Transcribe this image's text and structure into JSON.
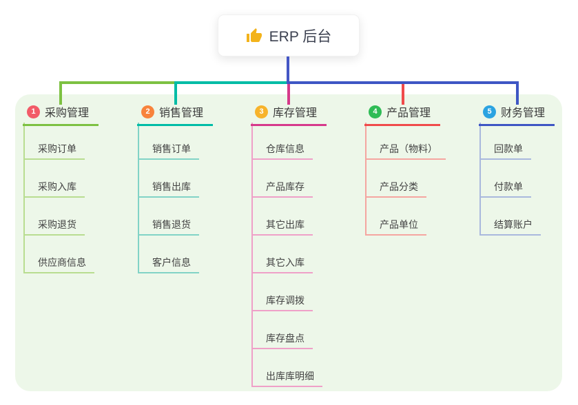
{
  "root": {
    "label": "ERP 后台",
    "icon": "thumbs-up-icon"
  },
  "branches": [
    {
      "number": "1",
      "label": "采购管理",
      "badge_color": "#f25b68",
      "line_color": "#7dc142",
      "child_line_color": "#b8dd90",
      "children": [
        "采购订单",
        "采购入库",
        "采购退货",
        "供应商信息"
      ]
    },
    {
      "number": "2",
      "label": "销售管理",
      "badge_color": "#f8833c",
      "line_color": "#00bca6",
      "child_line_color": "#81d3c6",
      "children": [
        "销售订单",
        "销售出库",
        "销售退货",
        "客户信息"
      ]
    },
    {
      "number": "3",
      "label": "库存管理",
      "badge_color": "#f7b32b",
      "line_color": "#d6398b",
      "child_line_color": "#efa0c8",
      "children": [
        "仓库信息",
        "产品库存",
        "其它出库",
        "其它入库",
        "库存调拨",
        "库存盘点",
        "出库库明细"
      ]
    },
    {
      "number": "4",
      "label": "产品管理",
      "badge_color": "#2fbc56",
      "line_color": "#f04b4b",
      "child_line_color": "#f5a5a0",
      "children": [
        "产品（物料）",
        "产品分类",
        "产品单位"
      ]
    },
    {
      "number": "5",
      "label": "财务管理",
      "badge_color": "#2ba3e1",
      "line_color": "#3e56c4",
      "child_line_color": "#a9b8dd",
      "children": [
        "回款单",
        "付款单",
        "结算账户"
      ]
    }
  ],
  "colors": {
    "canvas_bg": "#ffffff",
    "panel_bg": "#edf7e9",
    "stem": "#4456c5",
    "icon": "#f3b31b",
    "header_text": "#3a3a3a",
    "child_text": "#424242"
  }
}
